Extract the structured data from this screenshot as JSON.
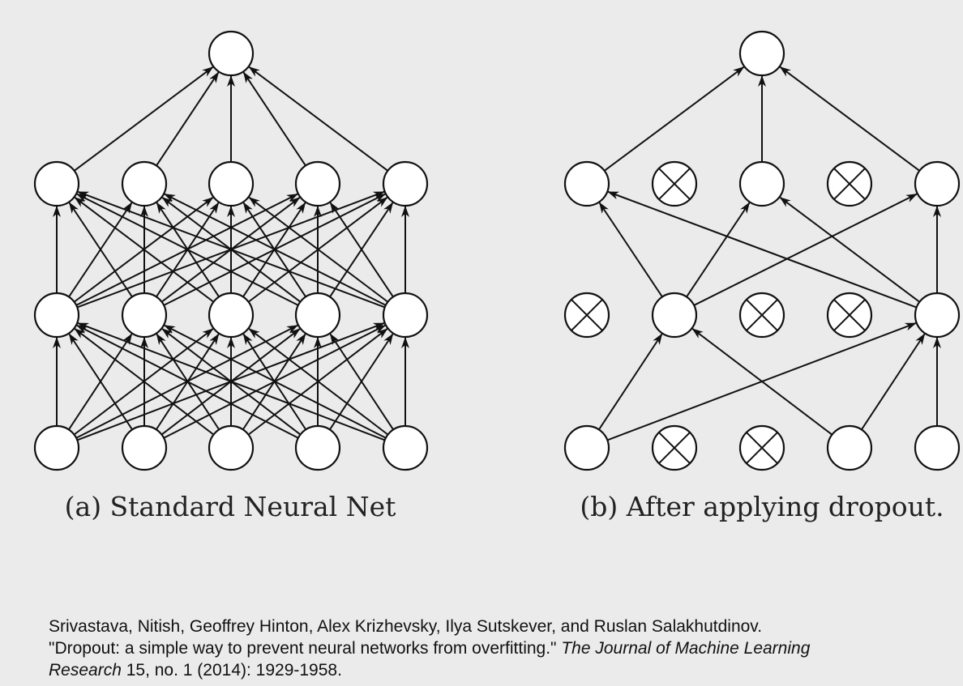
{
  "panels": [
    {
      "id": "a",
      "caption": "(a) Standard Neural Net",
      "layers": [
        [
          true,
          true,
          true,
          true,
          true
        ],
        [
          true,
          true,
          true,
          true,
          true
        ],
        [
          true,
          true,
          true,
          true,
          true
        ],
        [
          true
        ]
      ],
      "edges": [
        [
          [
            0,
            0
          ],
          [
            1,
            0
          ]
        ],
        [
          [
            0,
            0
          ],
          [
            1,
            1
          ]
        ],
        [
          [
            0,
            0
          ],
          [
            1,
            2
          ]
        ],
        [
          [
            0,
            0
          ],
          [
            1,
            3
          ]
        ],
        [
          [
            0,
            0
          ],
          [
            1,
            4
          ]
        ],
        [
          [
            0,
            1
          ],
          [
            1,
            0
          ]
        ],
        [
          [
            0,
            1
          ],
          [
            1,
            1
          ]
        ],
        [
          [
            0,
            1
          ],
          [
            1,
            2
          ]
        ],
        [
          [
            0,
            1
          ],
          [
            1,
            3
          ]
        ],
        [
          [
            0,
            1
          ],
          [
            1,
            4
          ]
        ],
        [
          [
            0,
            2
          ],
          [
            1,
            0
          ]
        ],
        [
          [
            0,
            2
          ],
          [
            1,
            1
          ]
        ],
        [
          [
            0,
            2
          ],
          [
            1,
            2
          ]
        ],
        [
          [
            0,
            2
          ],
          [
            1,
            3
          ]
        ],
        [
          [
            0,
            2
          ],
          [
            1,
            4
          ]
        ],
        [
          [
            0,
            3
          ],
          [
            1,
            0
          ]
        ],
        [
          [
            0,
            3
          ],
          [
            1,
            1
          ]
        ],
        [
          [
            0,
            3
          ],
          [
            1,
            2
          ]
        ],
        [
          [
            0,
            3
          ],
          [
            1,
            3
          ]
        ],
        [
          [
            0,
            3
          ],
          [
            1,
            4
          ]
        ],
        [
          [
            0,
            4
          ],
          [
            1,
            0
          ]
        ],
        [
          [
            0,
            4
          ],
          [
            1,
            1
          ]
        ],
        [
          [
            0,
            4
          ],
          [
            1,
            2
          ]
        ],
        [
          [
            0,
            4
          ],
          [
            1,
            3
          ]
        ],
        [
          [
            0,
            4
          ],
          [
            1,
            4
          ]
        ],
        [
          [
            1,
            0
          ],
          [
            2,
            0
          ]
        ],
        [
          [
            1,
            0
          ],
          [
            2,
            1
          ]
        ],
        [
          [
            1,
            0
          ],
          [
            2,
            2
          ]
        ],
        [
          [
            1,
            0
          ],
          [
            2,
            3
          ]
        ],
        [
          [
            1,
            0
          ],
          [
            2,
            4
          ]
        ],
        [
          [
            1,
            1
          ],
          [
            2,
            0
          ]
        ],
        [
          [
            1,
            1
          ],
          [
            2,
            1
          ]
        ],
        [
          [
            1,
            1
          ],
          [
            2,
            2
          ]
        ],
        [
          [
            1,
            1
          ],
          [
            2,
            3
          ]
        ],
        [
          [
            1,
            1
          ],
          [
            2,
            4
          ]
        ],
        [
          [
            1,
            2
          ],
          [
            2,
            0
          ]
        ],
        [
          [
            1,
            2
          ],
          [
            2,
            1
          ]
        ],
        [
          [
            1,
            2
          ],
          [
            2,
            2
          ]
        ],
        [
          [
            1,
            2
          ],
          [
            2,
            3
          ]
        ],
        [
          [
            1,
            2
          ],
          [
            2,
            4
          ]
        ],
        [
          [
            1,
            3
          ],
          [
            2,
            0
          ]
        ],
        [
          [
            1,
            3
          ],
          [
            2,
            1
          ]
        ],
        [
          [
            1,
            3
          ],
          [
            2,
            2
          ]
        ],
        [
          [
            1,
            3
          ],
          [
            2,
            3
          ]
        ],
        [
          [
            1,
            3
          ],
          [
            2,
            4
          ]
        ],
        [
          [
            1,
            4
          ],
          [
            2,
            0
          ]
        ],
        [
          [
            1,
            4
          ],
          [
            2,
            1
          ]
        ],
        [
          [
            1,
            4
          ],
          [
            2,
            2
          ]
        ],
        [
          [
            1,
            4
          ],
          [
            2,
            3
          ]
        ],
        [
          [
            1,
            4
          ],
          [
            2,
            4
          ]
        ],
        [
          [
            2,
            0
          ],
          [
            3,
            0
          ]
        ],
        [
          [
            2,
            1
          ],
          [
            3,
            0
          ]
        ],
        [
          [
            2,
            2
          ],
          [
            3,
            0
          ]
        ],
        [
          [
            2,
            3
          ],
          [
            3,
            0
          ]
        ],
        [
          [
            2,
            4
          ],
          [
            3,
            0
          ]
        ]
      ]
    },
    {
      "id": "b",
      "caption": "(b) After applying dropout.",
      "layers": [
        [
          true,
          false,
          false,
          true,
          true
        ],
        [
          false,
          true,
          false,
          false,
          true
        ],
        [
          true,
          false,
          true,
          false,
          true
        ],
        [
          true
        ]
      ],
      "edges": [
        [
          [
            0,
            0
          ],
          [
            1,
            1
          ]
        ],
        [
          [
            0,
            0
          ],
          [
            1,
            4
          ]
        ],
        [
          [
            0,
            3
          ],
          [
            1,
            1
          ]
        ],
        [
          [
            0,
            3
          ],
          [
            1,
            4
          ]
        ],
        [
          [
            0,
            4
          ],
          [
            1,
            4
          ]
        ],
        [
          [
            1,
            1
          ],
          [
            2,
            0
          ]
        ],
        [
          [
            1,
            1
          ],
          [
            2,
            2
          ]
        ],
        [
          [
            1,
            1
          ],
          [
            2,
            4
          ]
        ],
        [
          [
            1,
            4
          ],
          [
            2,
            0
          ]
        ],
        [
          [
            1,
            4
          ],
          [
            2,
            2
          ]
        ],
        [
          [
            1,
            4
          ],
          [
            2,
            4
          ]
        ],
        [
          [
            2,
            0
          ],
          [
            3,
            0
          ]
        ],
        [
          [
            2,
            2
          ],
          [
            3,
            0
          ]
        ],
        [
          [
            2,
            4
          ],
          [
            3,
            0
          ]
        ]
      ]
    }
  ],
  "citation": {
    "line1": "Srivastava, Nitish, Geoffrey Hinton, Alex Krizhevsky, Ilya Sutskever, and Ruslan Salakhutdinov.",
    "line2_prefix": "\"Dropout: a simple way to prevent neural networks from overfitting.\" ",
    "journal_part1": "The Journal of Machine Learning",
    "journal_part2": "Research",
    "line3_suffix": " 15, no. 1 (2014): 1929-1958."
  }
}
